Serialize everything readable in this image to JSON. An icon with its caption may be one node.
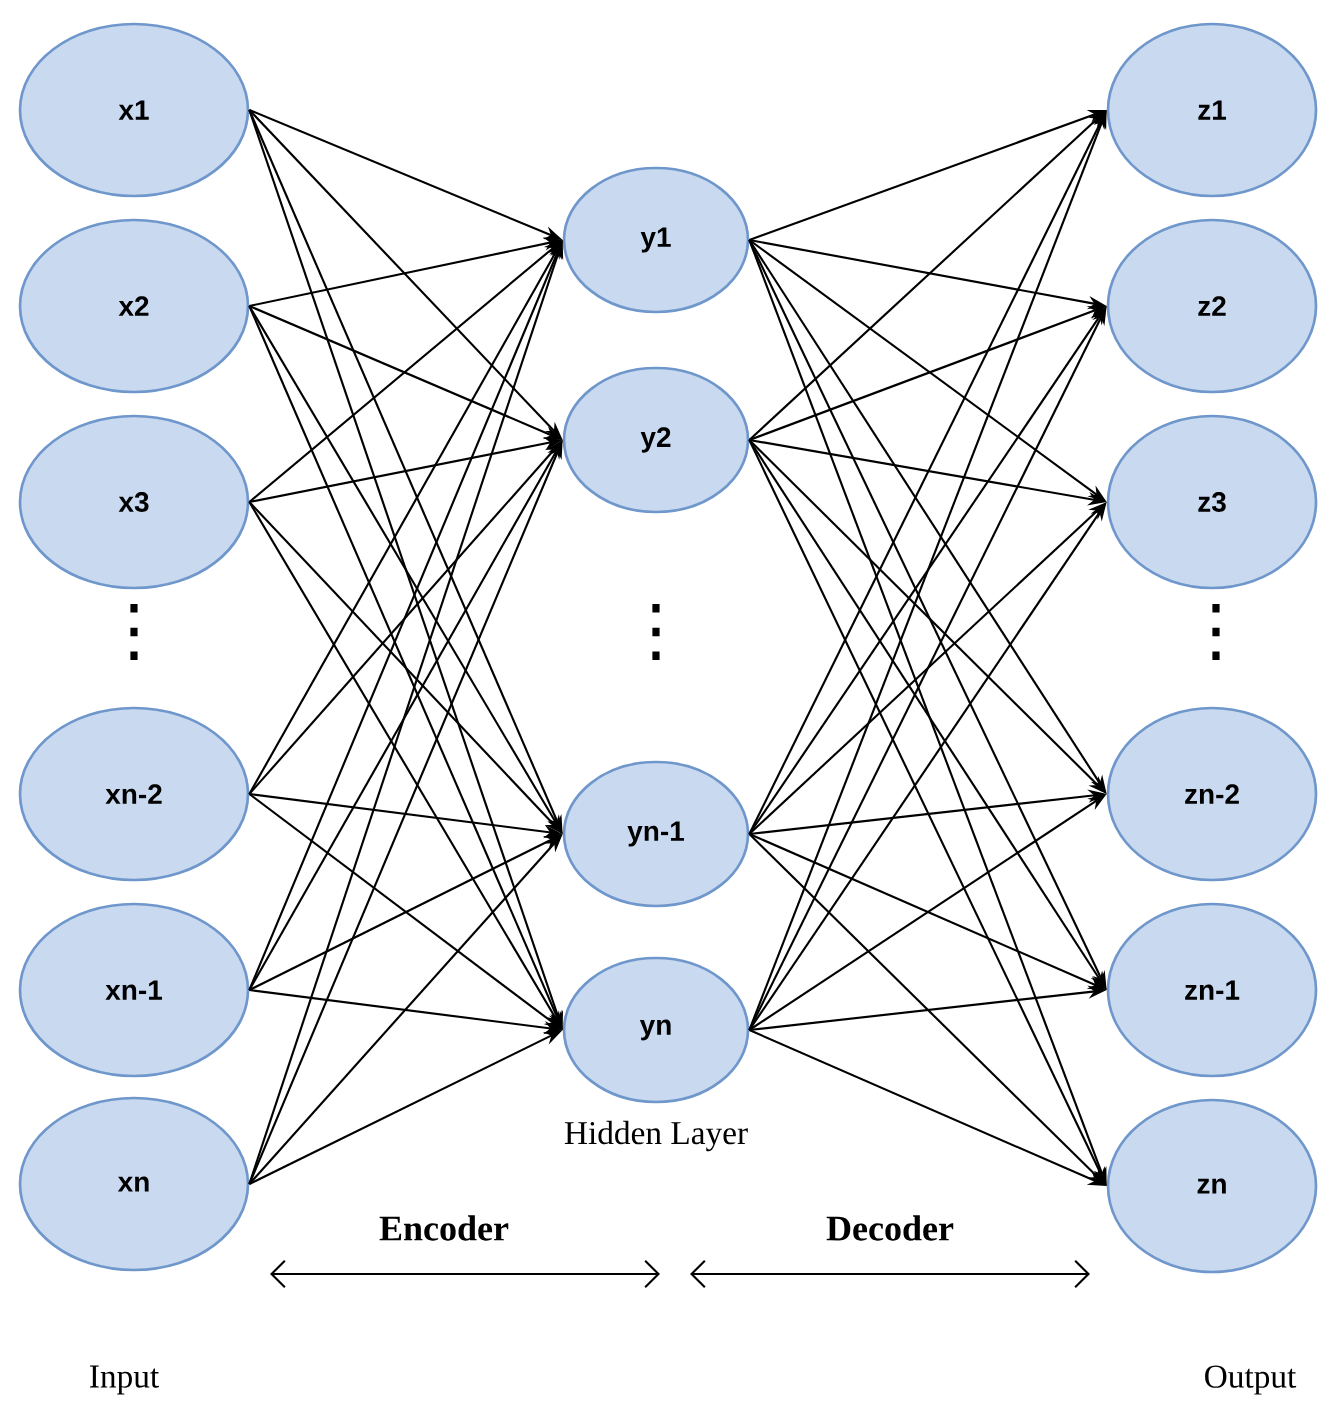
{
  "diagram": {
    "nodes": [
      {
        "text": [
          "x1"
        ]
      },
      {
        "text": [
          "x2"
        ]
      },
      {
        "text": [
          "x3"
        ]
      },
      {
        "text": [
          "xn-2"
        ]
      },
      {
        "text": [
          "xn-1"
        ]
      },
      {
        "text": [
          "xn"
        ]
      },
      {
        "text": [
          "y1"
        ]
      },
      {
        "text": [
          "y2"
        ]
      },
      {
        "text": [
          "yn-1"
        ]
      },
      {
        "text": [
          "yn"
        ]
      },
      {
        "text": [
          "z1"
        ]
      },
      {
        "text": [
          "z2"
        ]
      },
      {
        "text": [
          "z3"
        ]
      },
      {
        "text": [
          "zn-2"
        ]
      },
      {
        "text": [
          "zn-1"
        ]
      },
      {
        "text": [
          "zn"
        ]
      }
    ],
    "edges": [
      {
        "from": 0,
        "to": 6,
        "arrow": "to"
      },
      {
        "from": 0,
        "to": 7,
        "arrow": "to"
      },
      {
        "from": 0,
        "to": 8,
        "arrow": "to"
      },
      {
        "from": 0,
        "to": 9,
        "arrow": "to"
      },
      {
        "from": 1,
        "to": 6,
        "arrow": "to"
      },
      {
        "from": 1,
        "to": 7,
        "arrow": "to"
      },
      {
        "from": 1,
        "to": 8,
        "arrow": "to"
      },
      {
        "from": 1,
        "to": 9,
        "arrow": "to"
      },
      {
        "from": 2,
        "to": 6,
        "arrow": "to"
      },
      {
        "from": 2,
        "to": 7,
        "arrow": "to"
      },
      {
        "from": 2,
        "to": 8,
        "arrow": "to"
      },
      {
        "from": 2,
        "to": 9,
        "arrow": "to"
      },
      {
        "from": 3,
        "to": 6,
        "arrow": "to"
      },
      {
        "from": 3,
        "to": 7,
        "arrow": "to"
      },
      {
        "from": 3,
        "to": 8,
        "arrow": "to"
      },
      {
        "from": 3,
        "to": 9,
        "arrow": "to"
      },
      {
        "from": 4,
        "to": 6,
        "arrow": "to"
      },
      {
        "from": 4,
        "to": 7,
        "arrow": "to"
      },
      {
        "from": 4,
        "to": 8,
        "arrow": "to"
      },
      {
        "from": 4,
        "to": 9,
        "arrow": "to"
      },
      {
        "from": 5,
        "to": 6,
        "arrow": "to"
      },
      {
        "from": 5,
        "to": 7,
        "arrow": "to"
      },
      {
        "from": 5,
        "to": 8,
        "arrow": "to"
      },
      {
        "from": 5,
        "to": 9,
        "arrow": "to"
      },
      {
        "from": 6,
        "to": 10,
        "arrow": "to"
      },
      {
        "from": 6,
        "to": 11,
        "arrow": "to"
      },
      {
        "from": 6,
        "to": 12,
        "arrow": "to"
      },
      {
        "from": 6,
        "to": 13,
        "arrow": "to"
      },
      {
        "from": 6,
        "to": 14,
        "arrow": "to"
      },
      {
        "from": 6,
        "to": 15,
        "arrow": "to"
      },
      {
        "from": 7,
        "to": 10,
        "arrow": "to"
      },
      {
        "from": 7,
        "to": 11,
        "arrow": "to"
      },
      {
        "from": 7,
        "to": 12,
        "arrow": "to"
      },
      {
        "from": 7,
        "to": 13,
        "arrow": "to"
      },
      {
        "from": 7,
        "to": 14,
        "arrow": "to"
      },
      {
        "from": 7,
        "to": 15,
        "arrow": "to"
      },
      {
        "from": 8,
        "to": 10,
        "arrow": "to"
      },
      {
        "from": 8,
        "to": 11,
        "arrow": "to"
      },
      {
        "from": 8,
        "to": 12,
        "arrow": "to"
      },
      {
        "from": 8,
        "to": 13,
        "arrow": "to"
      },
      {
        "from": 8,
        "to": 14,
        "arrow": "to"
      },
      {
        "from": 8,
        "to": 15,
        "arrow": "to"
      },
      {
        "from": 9,
        "to": 10,
        "arrow": "to"
      },
      {
        "from": 9,
        "to": 11,
        "arrow": "to"
      },
      {
        "from": 9,
        "to": 12,
        "arrow": "to"
      },
      {
        "from": 9,
        "to": 13,
        "arrow": "to"
      },
      {
        "from": 9,
        "to": 14,
        "arrow": "to"
      },
      {
        "from": 9,
        "to": 15,
        "arrow": "to"
      }
    ],
    "labels": [
      "⋮",
      "⋮",
      "⋮",
      "Hidden Layer",
      "Encoder",
      "Decoder",
      "Input",
      "Output"
    ]
  }
}
